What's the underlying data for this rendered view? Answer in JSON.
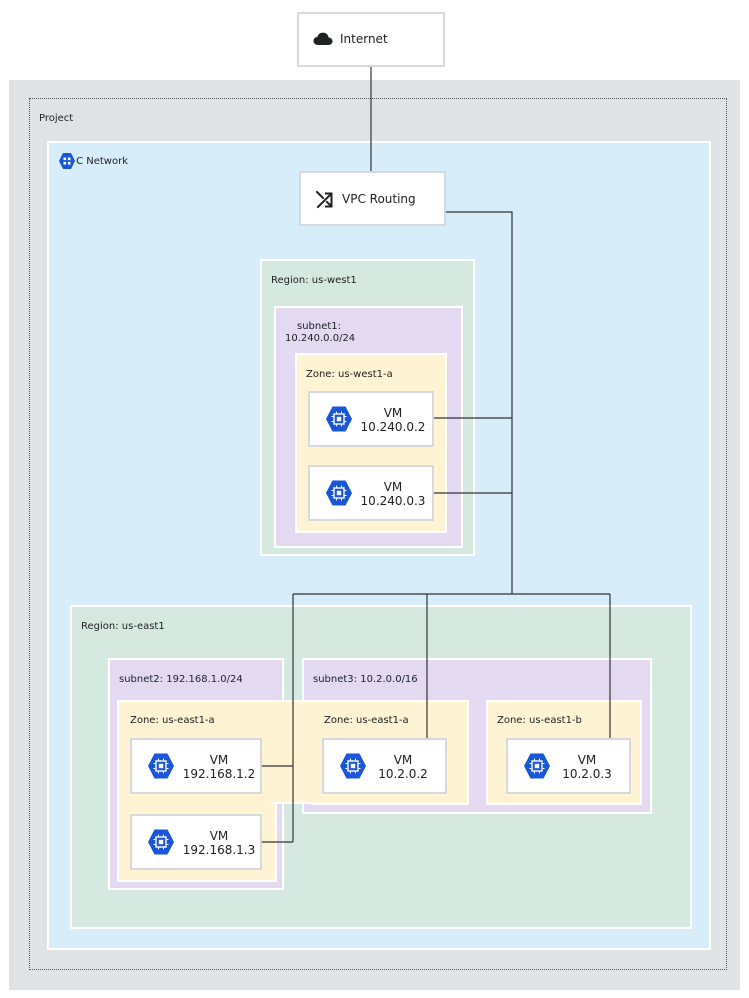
{
  "internet": {
    "label": "Internet",
    "icon": "cloud-icon"
  },
  "project": {
    "label": "Project"
  },
  "network": {
    "label": "VPC Network",
    "icon": "vpc-network-icon"
  },
  "routing": {
    "label": "VPC Routing",
    "icon": "shuffle-icon"
  },
  "regions": [
    {
      "label": "Region: us-west1"
    },
    {
      "label": "Region: us-east1"
    }
  ],
  "subnets": [
    {
      "label_line1": "subnet1:",
      "label_line2": "10.240.0.0/24"
    },
    {
      "label": "subnet2: 192.168.1.0/24"
    },
    {
      "label": "subnet3: 10.2.0.0/16"
    }
  ],
  "zones": [
    {
      "label": "Zone: us-west1-a"
    },
    {
      "label": "Zone: us-east1-a"
    },
    {
      "label": "Zone: us-east1-a"
    },
    {
      "label": "Zone: us-east1-b"
    }
  ],
  "vms": [
    {
      "title": "VM",
      "ip": "10.240.0.2"
    },
    {
      "title": "VM",
      "ip": "10.240.0.3"
    },
    {
      "title": "VM",
      "ip": "192.168.1.2"
    },
    {
      "title": "VM",
      "ip": "192.168.1.3"
    },
    {
      "title": "VM",
      "ip": "10.2.0.2"
    },
    {
      "title": "VM",
      "ip": "10.2.0.3"
    }
  ],
  "colors": {
    "project_bg": "#dfe3e6",
    "network_bg": "#d7edf9",
    "region_bg": "#d6e9e1",
    "subnet_bg": "#e3daf1",
    "zone_bg": "#fef3d2",
    "vm_icon": "#1a57d6",
    "wire": "#333333"
  }
}
